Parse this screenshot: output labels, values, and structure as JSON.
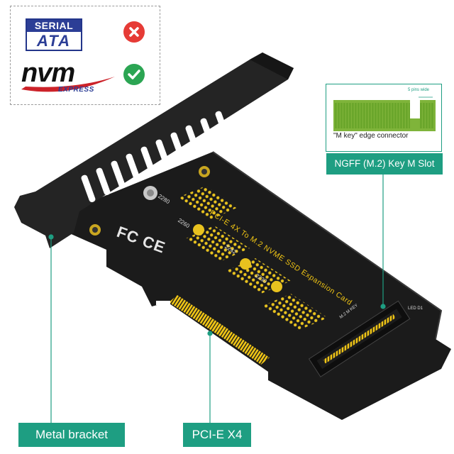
{
  "compat": {
    "sata_line1": "SERIAL",
    "sata_line2": "ATA",
    "nvm": "nvm",
    "express": "EXPRESS",
    "sata_status": "x-icon",
    "nvme_status": "check-icon"
  },
  "callouts": {
    "slot": "NGFF (M.2) Key M Slot",
    "bracket": "Metal bracket",
    "pcie": "PCI-E X4"
  },
  "connector": {
    "caption": "\"M key\"  edge connector",
    "pins": "5 pins wide"
  },
  "card": {
    "title": "PCI-E 4X To M.2 NVME SSD Expansion Card",
    "sizes": [
      "2280",
      "2260",
      "2242",
      "2230"
    ],
    "fcc": "FC CE",
    "slot_text": "M.2 M KEY",
    "led_text": "LED  D1"
  },
  "colors": {
    "accent": "#1e9e82",
    "pcb": "#1b1b1b",
    "gold": "#e8c21f",
    "bracket": "#252525",
    "cross": "#e63b36",
    "check": "#2ba553"
  }
}
